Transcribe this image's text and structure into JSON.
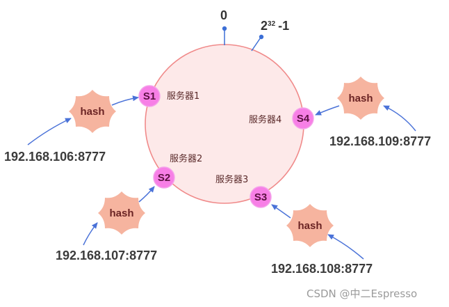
{
  "ring": {
    "zero_label": "0",
    "max_base": "2",
    "max_exp": "32",
    "max_suffix": "-1",
    "ring_color": "#f08a8a",
    "fill_color": "#fde9e9",
    "dot_color": "#3c6fd6"
  },
  "nodes": [
    {
      "label": "S1",
      "server": "服务器1"
    },
    {
      "label": "S2",
      "server": "服务器2"
    },
    {
      "label": "S3",
      "server": "服务器3"
    },
    {
      "label": "S4",
      "server": "服务器4"
    }
  ],
  "hashes": [
    {
      "label": "hash",
      "ip": "192.168.106:8777"
    },
    {
      "label": "hash",
      "ip": "192.168.107:8777"
    },
    {
      "label": "hash",
      "ip": "192.168.108:8777"
    },
    {
      "label": "hash",
      "ip": "192.168.109:8777"
    }
  ],
  "colors": {
    "node_fill": "#f77fe6",
    "hash_fill": "#f6b49f",
    "arrow": "#4a72d8"
  },
  "watermark": "CSDN @中二Espresso"
}
